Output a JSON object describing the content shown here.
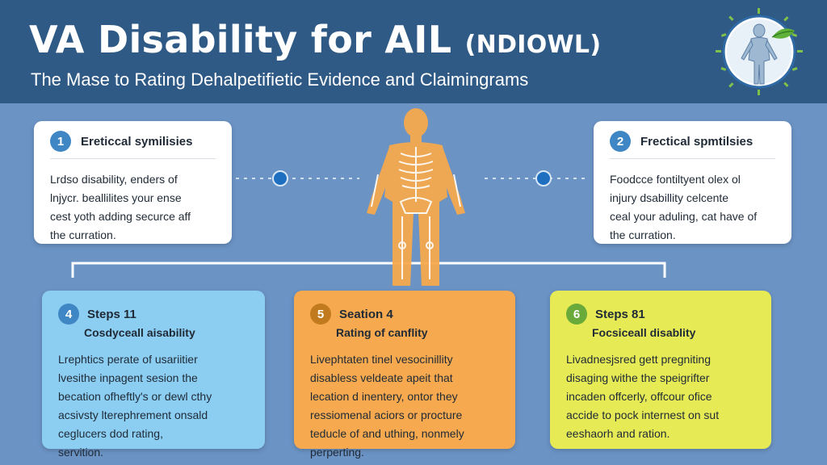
{
  "header": {
    "title": "VA Disability for AIL",
    "title_suffix": "(NDIOWL)",
    "subtitle": "The Mase to Rating Dehalpetifietic Evidence and Claimingrams",
    "logo_icon": "human-figure-leaf-icon"
  },
  "center_icon": "skeleton-body-icon",
  "colors": {
    "header_bg": "#2f5a86",
    "page_bg": "#6b93c4",
    "step1_badge": "#3f86c4",
    "step2_badge": "#3f86c4",
    "step4_badge": "#3f86c4",
    "step5_badge": "#c27a1e",
    "step6_badge": "#6aaa3a",
    "card4_bg": "#8ccdf2",
    "card5_bg": "#f6a94e",
    "card6_bg": "#e6ea55",
    "skeleton": "#f6a94e"
  },
  "cards": {
    "c1": {
      "number": "1",
      "title": "Ereticcal symilisies",
      "lines": [
        "Lrdso disability, enders of",
        "lnjycr. beallilites your ense",
        "cest yoth adding securce aff",
        "the curration."
      ]
    },
    "c2": {
      "number": "2",
      "title": "Frectical spmtilsies",
      "lines": [
        "Foodcce fontiltyent olex ol",
        "injury dsabillity celcente",
        "ceal your aduling, cat have of",
        "the curration."
      ]
    },
    "c4": {
      "number": "4",
      "title": "Steps 11",
      "subtitle": "Cosdyceall aisability",
      "lines": [
        "Lrephtics perate of usariitier",
        "lvesithe inpagent sesion the",
        "becation ofheftly's or dewl cthy",
        "acsivsty lterephrement onsald",
        "ceglucers dod rating,",
        "servition."
      ]
    },
    "c5": {
      "number": "5",
      "title": "Seation 4",
      "subtitle": "Rating of canflity",
      "lines": [
        "Livephtaten tinel vesocinillity",
        "disabless veldeate apeit that",
        "lecation d inentery, ontor they",
        "ressiomenal aciors or procture",
        "teducle of and uthing, nonmely",
        "perperting."
      ]
    },
    "c6": {
      "number": "6",
      "title": "Steps 81",
      "subtitle": "Focsiceall disablity",
      "lines": [
        "Livadnesjsred gett pregniting",
        "disaging withe the speigrifter",
        "incaden offcerly, offcour ofice",
        "accide to pock internest on sut",
        "eeshaorh and ration."
      ]
    }
  }
}
